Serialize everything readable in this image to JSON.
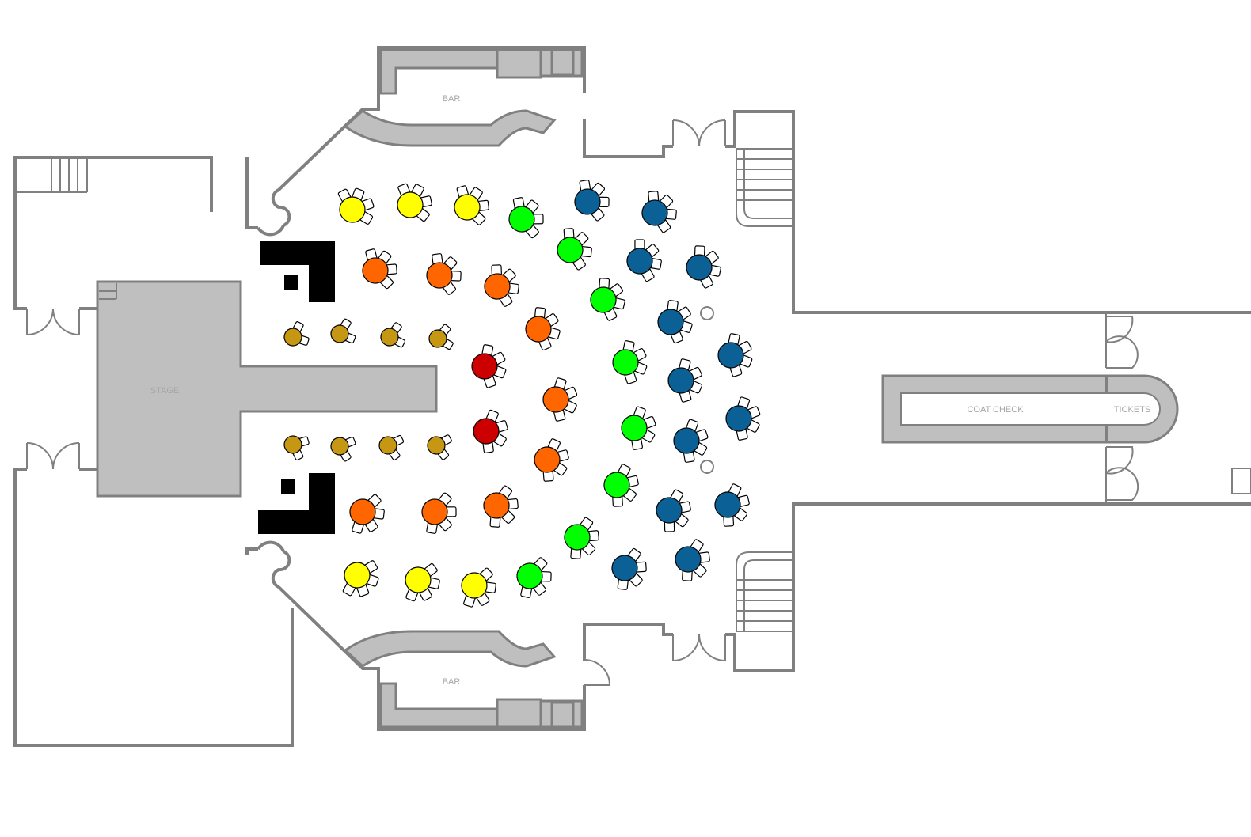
{
  "labels": {
    "stage": "STAGE",
    "bar_top": "BAR",
    "bar_bottom": "BAR",
    "coat_check": "COAT CHECK",
    "tickets": "TICKETS"
  },
  "colors": {
    "wall": "#808080",
    "fixture": "#bfbfbf",
    "yellow": "#ffff00",
    "green": "#00ff00",
    "blue": "#0b6196",
    "orange": "#ff6600",
    "gold": "#c59712",
    "red": "#cc0000",
    "booth": "#000000"
  },
  "tables": [
    {
      "color": "yellow",
      "size": "large"
    },
    {
      "color": "yellow",
      "size": "large"
    },
    {
      "color": "yellow",
      "size": "large"
    },
    {
      "color": "green",
      "size": "large"
    },
    {
      "color": "blue",
      "size": "large"
    },
    {
      "color": "blue",
      "size": "large"
    },
    {
      "color": "orange",
      "size": "large"
    },
    {
      "color": "orange",
      "size": "large"
    },
    {
      "color": "orange",
      "size": "large"
    },
    {
      "color": "green",
      "size": "large"
    },
    {
      "color": "blue",
      "size": "large"
    },
    {
      "color": "blue",
      "size": "large"
    },
    {
      "color": "green",
      "size": "large"
    },
    {
      "color": "blue",
      "size": "large"
    },
    {
      "color": "orange",
      "size": "large"
    },
    {
      "color": "gold",
      "size": "small"
    },
    {
      "color": "gold",
      "size": "small"
    },
    {
      "color": "gold",
      "size": "small"
    },
    {
      "color": "gold",
      "size": "small"
    },
    {
      "color": "red",
      "size": "large"
    },
    {
      "color": "green",
      "size": "large"
    },
    {
      "color": "blue",
      "size": "large"
    },
    {
      "color": "blue",
      "size": "large"
    },
    {
      "color": "orange",
      "size": "large"
    },
    {
      "color": "blue",
      "size": "large"
    },
    {
      "color": "red",
      "size": "large"
    },
    {
      "color": "green",
      "size": "large"
    },
    {
      "color": "blue",
      "size": "large"
    },
    {
      "color": "gold",
      "size": "small"
    },
    {
      "color": "gold",
      "size": "small"
    },
    {
      "color": "gold",
      "size": "small"
    },
    {
      "color": "gold",
      "size": "small"
    },
    {
      "color": "orange",
      "size": "large"
    },
    {
      "color": "green",
      "size": "large"
    },
    {
      "color": "orange",
      "size": "large"
    },
    {
      "color": "orange",
      "size": "large"
    },
    {
      "color": "orange",
      "size": "large"
    },
    {
      "color": "blue",
      "size": "large"
    },
    {
      "color": "blue",
      "size": "large"
    },
    {
      "color": "green",
      "size": "large"
    },
    {
      "color": "yellow",
      "size": "large"
    },
    {
      "color": "yellow",
      "size": "large"
    },
    {
      "color": "yellow",
      "size": "large"
    },
    {
      "color": "green",
      "size": "large"
    },
    {
      "color": "blue",
      "size": "large"
    },
    {
      "color": "blue",
      "size": "large"
    }
  ]
}
